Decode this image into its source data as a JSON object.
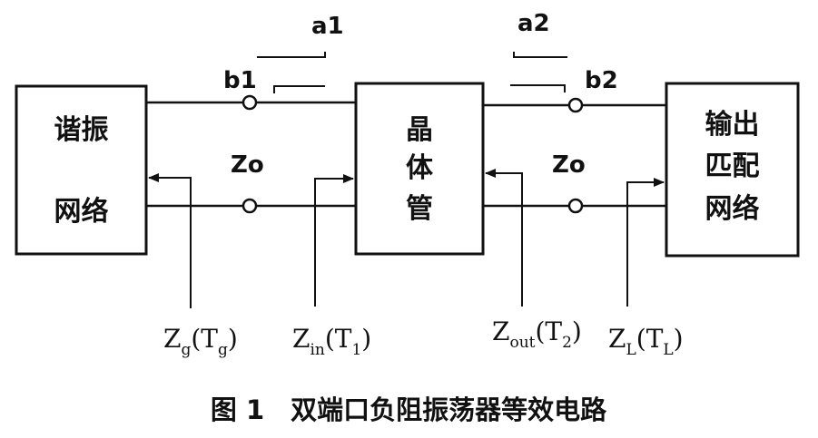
{
  "blocks": {
    "resonator": {
      "line1": "谐振",
      "line2": "网络"
    },
    "transistor": {
      "line1": "晶",
      "line2": "体",
      "line3": "管"
    },
    "output_match": {
      "line1": "输出",
      "line2": "匹配",
      "line3": "网络"
    }
  },
  "nodes": {
    "a1": "a1",
    "b1": "b1",
    "a2": "a2",
    "b2": "b2",
    "zo_left": "Zo",
    "zo_right": "Zo"
  },
  "impedances": {
    "zg": {
      "main": "Z",
      "sub": "g",
      "open": "(T",
      "sub2": "g",
      "close": ")"
    },
    "zin": {
      "main": "Z",
      "sub": "in",
      "open": "(T",
      "sub2": "1",
      "close": ")"
    },
    "zout": {
      "main": "Z",
      "sub": "out",
      "open": "(T",
      "sub2": "2",
      "close": ")"
    },
    "zl": {
      "main": "Z",
      "sub": "L",
      "open": "(T",
      "sub2": "L",
      "close": ")"
    }
  },
  "caption": "图 1　双端口负阻振荡器等效电路"
}
